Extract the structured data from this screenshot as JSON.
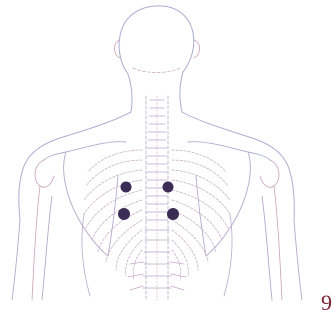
{
  "figure": {
    "subject": "posterior-torso-skeleton-outline",
    "line_colors": [
      "#9fa7c8",
      "#c8a2b6"
    ],
    "point_color": "#3b2d55",
    "point_count": 4
  },
  "page_number": "9"
}
